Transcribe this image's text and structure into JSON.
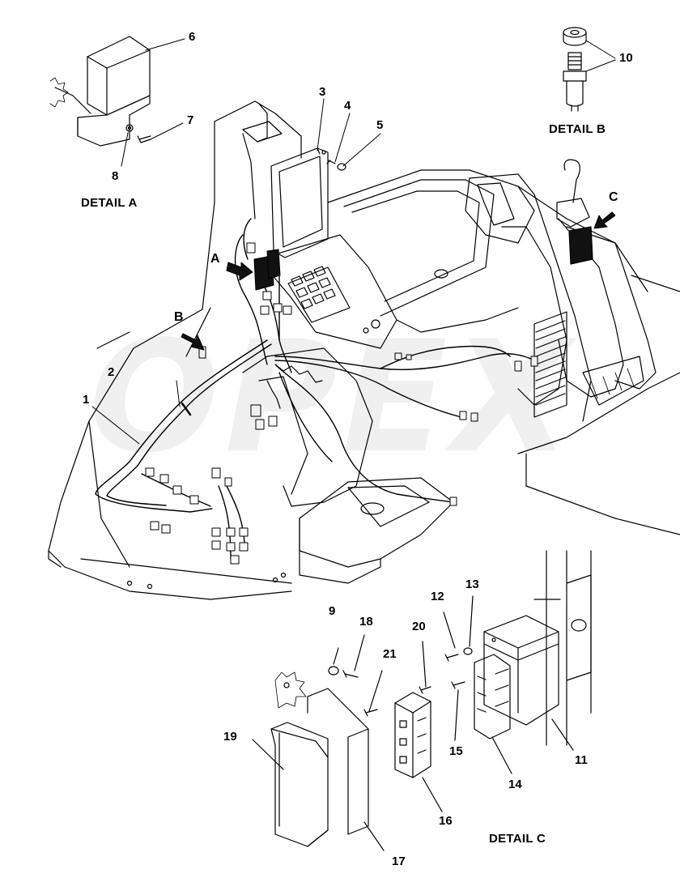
{
  "callouts": {
    "c1": "1",
    "c2": "2",
    "c3": "3",
    "c4": "4",
    "c5": "5",
    "c6": "6",
    "c7": "7",
    "c8": "8",
    "c9": "9",
    "c10": "10",
    "c11": "11",
    "c12": "12",
    "c13": "13",
    "c14": "14",
    "c15": "15",
    "c16": "16",
    "c17": "17",
    "c18": "18",
    "c19": "19",
    "c20": "20",
    "c21": "21"
  },
  "details": {
    "a": "DETAIL A",
    "b": "DETAIL B",
    "c": "DETAIL C"
  },
  "view_markers": {
    "a": "A",
    "b": "B",
    "c": "C"
  },
  "watermark": "OPEX"
}
